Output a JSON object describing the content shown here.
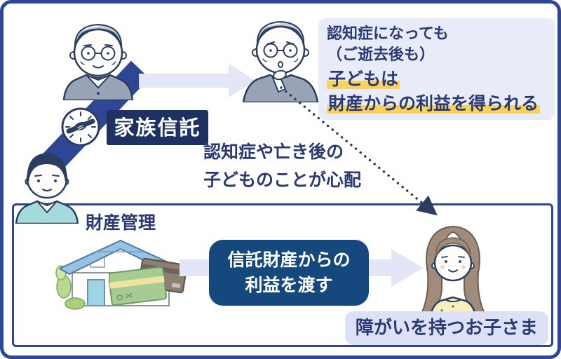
{
  "trust_band": {
    "label": "家族信託"
  },
  "outcome_panel": {
    "line1": "認知症になっても",
    "line2": "（ご逝去後も）",
    "line3": "子どもは",
    "line4": "財産からの利益を得られる"
  },
  "worry_text": {
    "line1": "認知症や亡き後の",
    "line2": "子どものことが心配"
  },
  "asset_box": {
    "title": "財産管理"
  },
  "benefit_box": {
    "line1": "信託財産からの",
    "line2": "利益を渡す"
  },
  "child_tag": {
    "label": "障がいを持つお子さま"
  },
  "icons": {
    "handshake": "handshake-icon",
    "elderly_man": "elderly-man-illustration",
    "elderly_man_worried": "elderly-man-worried-illustration",
    "young_man": "young-man-illustration",
    "woman": "woman-illustration",
    "house": "house-illustration",
    "cards": "bank-cards-illustration",
    "flow_arrow": "flow-arrow",
    "dotted_arrow": "dotted-benefit-arrow"
  },
  "colors": {
    "outer_border": "#2e4693",
    "trust_label_bg": "#1d3261",
    "benefit_box_bg": "#15497e",
    "text_navy": "#2b3a72",
    "panel_lavender": "#e8ecf8",
    "arrow_lavender": "#e2e6f7",
    "highlight_yellow": "#f7d35e"
  }
}
